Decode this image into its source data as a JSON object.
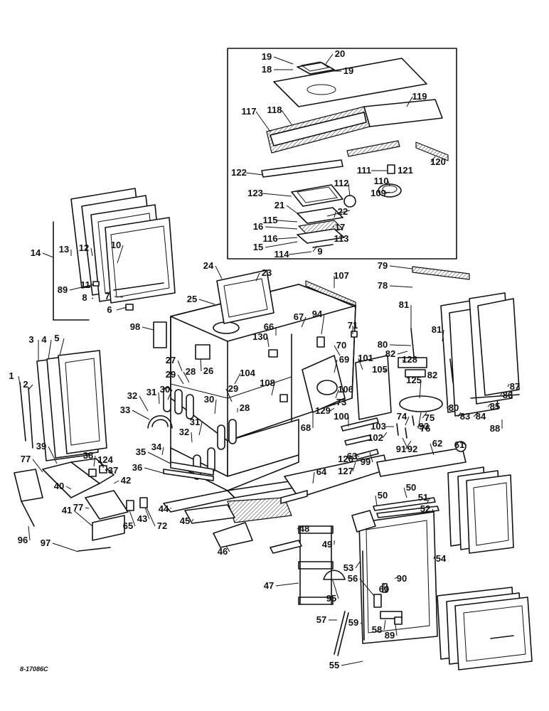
{
  "diagram": {
    "drawing_code": "8-17086C",
    "labels": [
      "1",
      "2",
      "3",
      "4",
      "5",
      "6",
      "7",
      "8",
      "9",
      "10",
      "11",
      "12",
      "13",
      "14",
      "15",
      "16",
      "17",
      "18",
      "19",
      "20",
      "21",
      "22",
      "23",
      "24",
      "25",
      "26",
      "27",
      "28",
      "29",
      "30",
      "31",
      "32",
      "33",
      "34",
      "35",
      "36",
      "37",
      "38",
      "39",
      "40",
      "41",
      "42",
      "43",
      "44",
      "45",
      "46",
      "47",
      "48",
      "49",
      "50",
      "51",
      "52",
      "53",
      "54",
      "55",
      "56",
      "57",
      "58",
      "59",
      "60",
      "61",
      "62",
      "63",
      "64",
      "65",
      "66",
      "67",
      "68",
      "69",
      "70",
      "71",
      "72",
      "73",
      "74",
      "75",
      "76",
      "77",
      "78",
      "79",
      "80",
      "81",
      "82",
      "83",
      "84",
      "85",
      "86",
      "87",
      "88",
      "89",
      "90",
      "91",
      "92",
      "93",
      "94",
      "95",
      "96",
      "97",
      "98",
      "99",
      "100",
      "101",
      "102",
      "103",
      "104",
      "105",
      "106",
      "107",
      "108",
      "109",
      "110",
      "111",
      "112",
      "113",
      "114",
      "115",
      "116",
      "117",
      "118",
      "119",
      "120",
      "121",
      "122",
      "123",
      "124",
      "125",
      "126",
      "127",
      "128",
      "129",
      "130"
    ]
  }
}
